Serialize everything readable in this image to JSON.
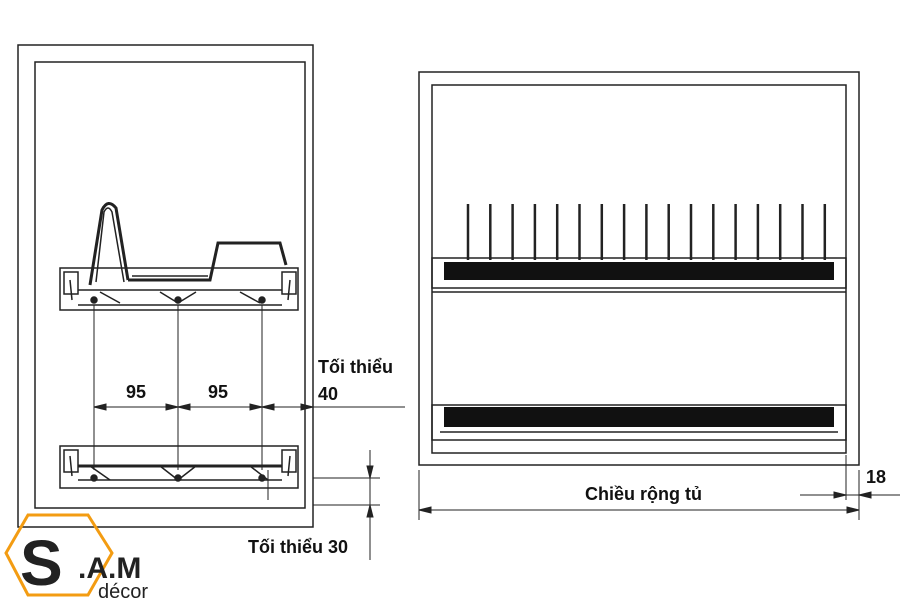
{
  "dimensions": {
    "spacing_left": "95",
    "spacing_right": "95",
    "min_top_label": "Tối thiểu",
    "min_top_value": "40",
    "min_bottom": "Tối thiểu 30",
    "cabinet_width": "Chiều rộng tủ",
    "side_gap": "18"
  },
  "logo": {
    "letter_s": "S",
    "rest": ".A.M",
    "sub": "décor"
  },
  "colors": {
    "line": "#222222",
    "logo_orange": "#f39c12",
    "logo_dark": "#222222"
  }
}
